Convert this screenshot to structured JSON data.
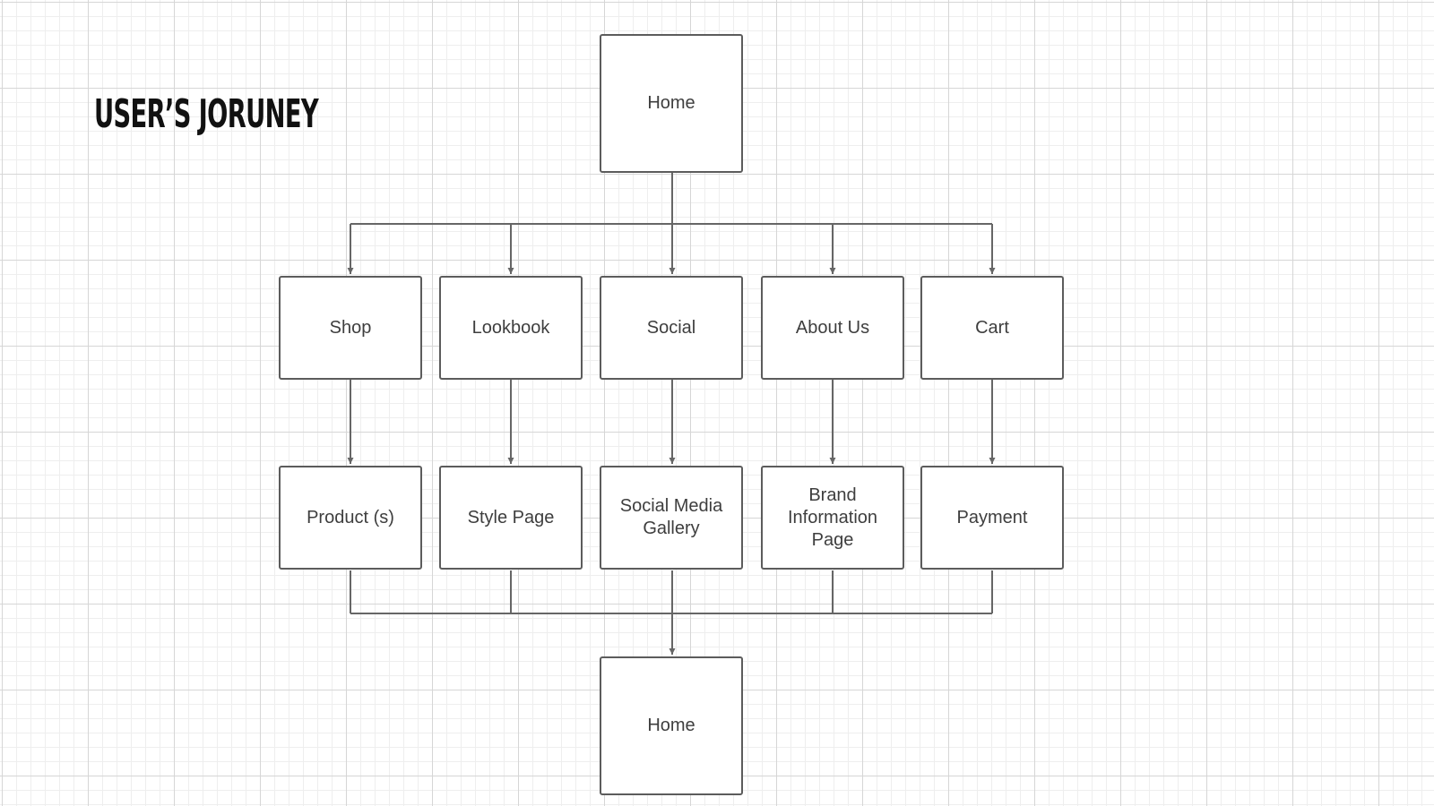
{
  "title": "User’s Joruney",
  "nodes": {
    "home_top": "Home",
    "shop": "Shop",
    "lookbook": "Lookbook",
    "social": "Social",
    "about_us": "About Us",
    "cart": "Cart",
    "products": "Product (s)",
    "style_page": "Style Page",
    "social_media_gallery": "Social Media Gallery",
    "brand_information_page": "Brand Information Page",
    "payment": "Payment",
    "home_bottom": "Home"
  },
  "colors": {
    "connector": "#666666",
    "box_border": "#5c5c5c",
    "text": "#3e3e3e",
    "title": "#111111"
  }
}
